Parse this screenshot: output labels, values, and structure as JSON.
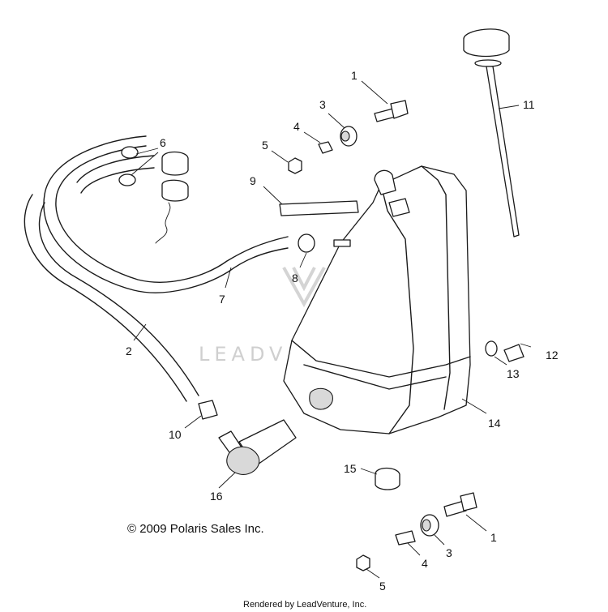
{
  "callouts": [
    {
      "id": "1a",
      "text": "1"
    },
    {
      "id": "3a",
      "text": "3"
    },
    {
      "id": "4a",
      "text": "4"
    },
    {
      "id": "5a",
      "text": "5"
    },
    {
      "id": "6",
      "text": "6"
    },
    {
      "id": "9",
      "text": "9"
    },
    {
      "id": "11",
      "text": "11"
    },
    {
      "id": "8",
      "text": "8"
    },
    {
      "id": "7",
      "text": "7"
    },
    {
      "id": "2",
      "text": "2"
    },
    {
      "id": "12",
      "text": "12"
    },
    {
      "id": "13",
      "text": "13"
    },
    {
      "id": "14",
      "text": "14"
    },
    {
      "id": "10",
      "text": "10"
    },
    {
      "id": "15",
      "text": "15"
    },
    {
      "id": "16",
      "text": "16"
    },
    {
      "id": "1b",
      "text": "1"
    },
    {
      "id": "3b",
      "text": "3"
    },
    {
      "id": "4b",
      "text": "4"
    },
    {
      "id": "5b",
      "text": "5"
    }
  ],
  "copyright": "© 2009 Polaris Sales Inc.",
  "watermark": "LEADVENTURE",
  "footer": "Rendered by LeadVenture, Inc.",
  "colors": {
    "ink": "#1a1a1a",
    "watermark": "#cfcfcf",
    "background": "#ffffff"
  }
}
